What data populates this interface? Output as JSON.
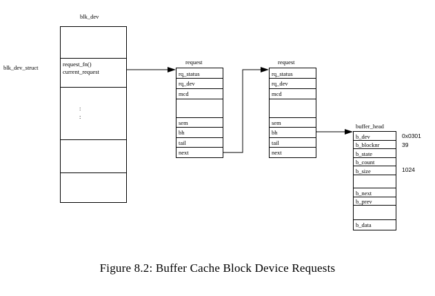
{
  "blk_dev": {
    "title": "blk_dev",
    "struct_label": "blk_dev_struct",
    "fields": [
      "request_fn()",
      "current_request"
    ],
    "ellipsis": [
      ":",
      ":"
    ]
  },
  "request1": {
    "title": "request",
    "fields": [
      "rq_status",
      "rq_dev",
      "mcd",
      "",
      "sem",
      "bh",
      "tail",
      "next"
    ]
  },
  "request2": {
    "title": "request",
    "fields": [
      "rq_status",
      "rq_dev",
      "mcd",
      "",
      "sem",
      "bh",
      "tail",
      "next"
    ]
  },
  "buffer_head": {
    "title": "buffer_head",
    "fields": [
      "b_dev",
      "b_blocknr",
      "b_state",
      "b_count",
      "b_size",
      "",
      "b_next",
      "b_prev",
      "",
      "b_data"
    ],
    "values": {
      "b_dev": "0x0301",
      "b_blocknr": "39",
      "b_size": "1024"
    }
  },
  "caption": "Figure 8.2: Buffer Cache Block Device Requests"
}
